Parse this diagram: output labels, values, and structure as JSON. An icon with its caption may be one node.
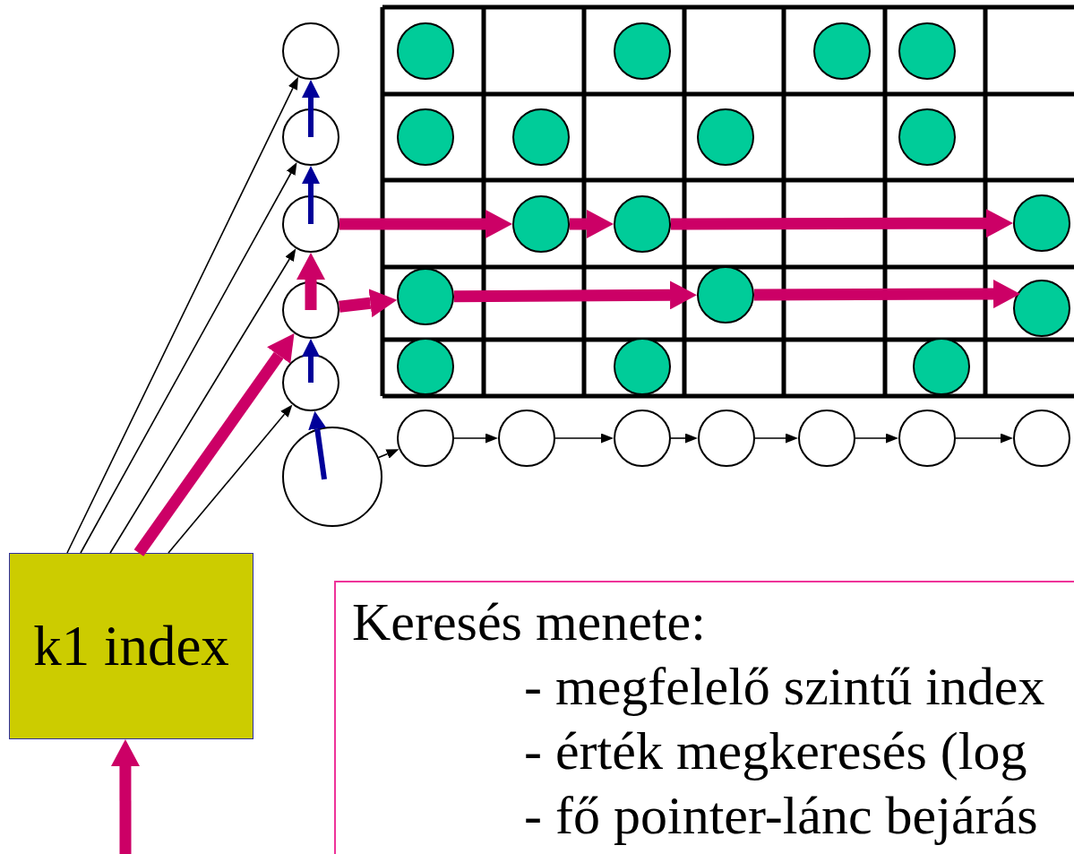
{
  "diagram": {
    "nodes": [
      {
        "text": [],
        "shape": "circle"
      },
      {
        "text": [],
        "shape": "circle"
      },
      {
        "text": [],
        "shape": "circle"
      },
      {
        "text": [],
        "shape": "circle"
      },
      {
        "text": [],
        "shape": "circle"
      },
      {
        "text": [],
        "shape": "circle"
      },
      {
        "text": [],
        "shape": "circle"
      },
      {
        "text": [],
        "shape": "circle"
      },
      {
        "text": [],
        "shape": "circle"
      },
      {
        "text": [],
        "shape": "circle"
      },
      {
        "text": [],
        "shape": "circle"
      },
      {
        "text": [],
        "shape": "circle"
      },
      {
        "text": [],
        "shape": "circle"
      },
      {
        "text": [],
        "shape": "circle"
      },
      {
        "text": [],
        "shape": "circle"
      },
      {
        "text": [],
        "shape": "circle"
      },
      {
        "text": [],
        "shape": "circle"
      },
      {
        "text": [],
        "shape": "circle"
      },
      {
        "text": [],
        "shape": "circle"
      },
      {
        "text": [],
        "shape": "circle"
      },
      {
        "text": [],
        "shape": "circle"
      },
      {
        "text": [],
        "shape": "circle"
      },
      {
        "text": [],
        "shape": "circle"
      },
      {
        "text": [],
        "shape": "circle"
      },
      {
        "text": [],
        "shape": "circle"
      },
      {
        "text": [],
        "shape": "circle"
      },
      {
        "text": [],
        "shape": "circle"
      },
      {
        "text": [],
        "shape": "circle"
      },
      {
        "text": [],
        "shape": "circle"
      },
      {
        "text": [],
        "shape": "circle"
      },
      {
        "text": [
          "k1 index"
        ]
      },
      {
        "text": [
          "Keresés menete:",
          "- megfelelő szintű index",
          "- érték megkeresés (log",
          "- fő pointer-lánc bejárás"
        ]
      }
    ],
    "edges": [
      {
        "from": 30,
        "to": 0,
        "arrow": "to"
      },
      {
        "from": 30,
        "to": 1,
        "arrow": "to"
      },
      {
        "from": 30,
        "to": 2,
        "arrow": "to"
      },
      {
        "from": 30,
        "to": 3,
        "arrow": "to",
        "style": "thick",
        "color": "#cc0066"
      },
      {
        "from": 30,
        "to": 4,
        "arrow": "to"
      },
      {
        "from": 5,
        "to": 4,
        "arrow": "to",
        "color": "#000099"
      },
      {
        "from": 4,
        "to": 3,
        "arrow": "to",
        "color": "#000099"
      },
      {
        "from": 3,
        "to": 2,
        "arrow": "to",
        "style": "thick",
        "color": "#cc0066"
      },
      {
        "from": 2,
        "to": 1,
        "arrow": "to",
        "color": "#000099"
      },
      {
        "from": 1,
        "to": 0,
        "arrow": "to",
        "color": "#000099"
      },
      {
        "from": 2,
        "to": 14,
        "arrow": "to",
        "style": "thick",
        "color": "#cc0066"
      },
      {
        "from": 14,
        "to": 15,
        "arrow": "to",
        "style": "thick",
        "color": "#cc0066"
      },
      {
        "from": 15,
        "to": 16,
        "arrow": "to",
        "style": "thick",
        "color": "#cc0066"
      },
      {
        "from": 3,
        "to": 17,
        "arrow": "to",
        "style": "thick",
        "color": "#cc0066"
      },
      {
        "from": 17,
        "to": 18,
        "arrow": "to",
        "style": "thick",
        "color": "#cc0066"
      },
      {
        "from": 18,
        "to": 19,
        "arrow": "to",
        "style": "thick",
        "color": "#cc0066"
      },
      {
        "from": 5,
        "to": 23,
        "arrow": "to"
      },
      {
        "from": 23,
        "to": 24,
        "arrow": "to"
      },
      {
        "from": 24,
        "to": 25,
        "arrow": "to"
      },
      {
        "from": 25,
        "to": 26,
        "arrow": "to"
      },
      {
        "from": 26,
        "to": 27,
        "arrow": "to"
      },
      {
        "from": 27,
        "to": 28,
        "arrow": "to"
      },
      {
        "from": 28,
        "to": 29,
        "arrow": "to"
      },
      {
        "from": null,
        "to": 30,
        "arrow": "to",
        "style": "thick",
        "color": "#cc0066"
      }
    ]
  }
}
